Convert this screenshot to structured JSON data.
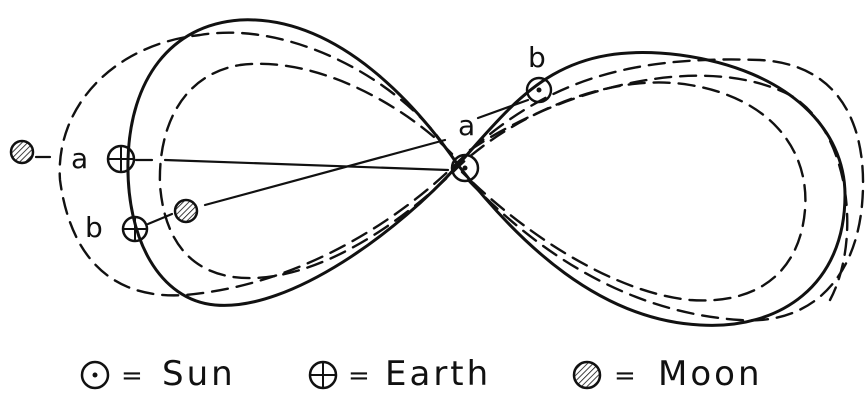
{
  "labels": {
    "earth_a": "a",
    "earth_b": "b",
    "sun_a": "a",
    "sun_b": "b"
  },
  "legend": {
    "sun": {
      "symbol": "sun-symbol",
      "equals": "=",
      "label": "Sun"
    },
    "earth": {
      "symbol": "earth-symbol",
      "equals": "=",
      "label": "Earth"
    },
    "moon": {
      "symbol": "moon-symbol",
      "equals": "=",
      "label": "Moon"
    }
  },
  "colors": {
    "ink": "#111111",
    "paper": "#ffffff"
  }
}
